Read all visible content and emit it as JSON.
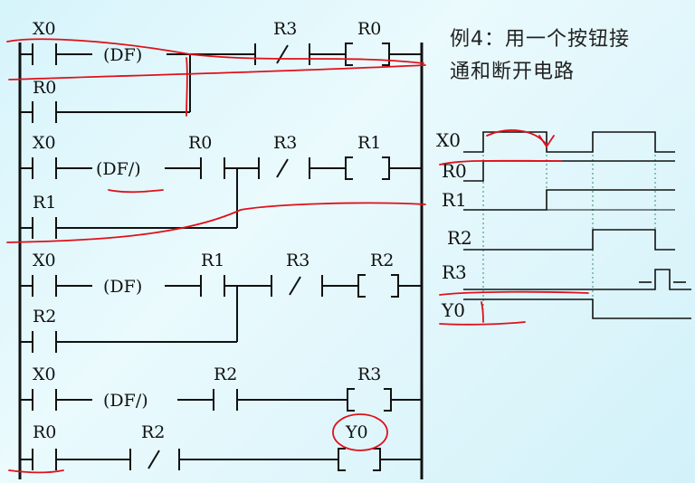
{
  "title": {
    "line1": "例4：用一个按钮接",
    "line2": "通和断开电路"
  },
  "ladder": {
    "rungs": [
      {
        "contacts": [
          "X0",
          "(DF)",
          "R3",
          "R0"
        ],
        "branch": "R0"
      },
      {
        "contacts": [
          "X0",
          "(DF/)",
          "R0",
          "R3",
          "R1"
        ],
        "branch": "R1"
      },
      {
        "contacts": [
          "X0",
          "(DF)",
          "R1",
          "R3",
          "R2"
        ],
        "branch": "R2"
      },
      {
        "contacts": [
          "X0",
          "(DF/)",
          "R2",
          "R3"
        ]
      },
      {
        "contacts": [
          "R0",
          "R2",
          "Y0"
        ]
      }
    ]
  },
  "timing": {
    "signals": [
      "X0",
      "R0",
      "R1",
      "R2",
      "R3",
      "Y0"
    ]
  },
  "colors": {
    "annotation": "#e0101a",
    "ink": "#111111",
    "guide": "#3a8a6a"
  }
}
